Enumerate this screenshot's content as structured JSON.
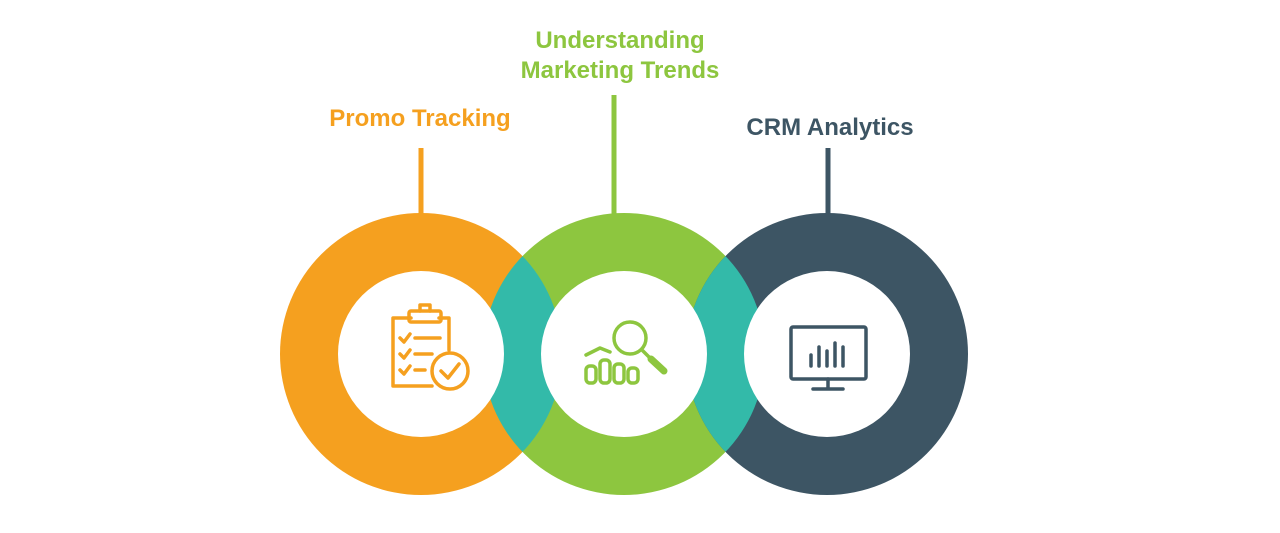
{
  "colors": {
    "promo": "#F5A01F",
    "trends": "#8DC63F",
    "crm": "#3D5564",
    "overlap": "#33BAA9",
    "background": "#FFFFFF"
  },
  "items": [
    {
      "title": "Promo Tracking",
      "icon": "clipboard-check-icon"
    },
    {
      "title": "Understanding",
      "title_line2": "Marketing Trends",
      "icon": "bar-chart-magnifier-icon"
    },
    {
      "title": "CRM Analytics",
      "icon": "monitor-chart-icon"
    }
  ]
}
